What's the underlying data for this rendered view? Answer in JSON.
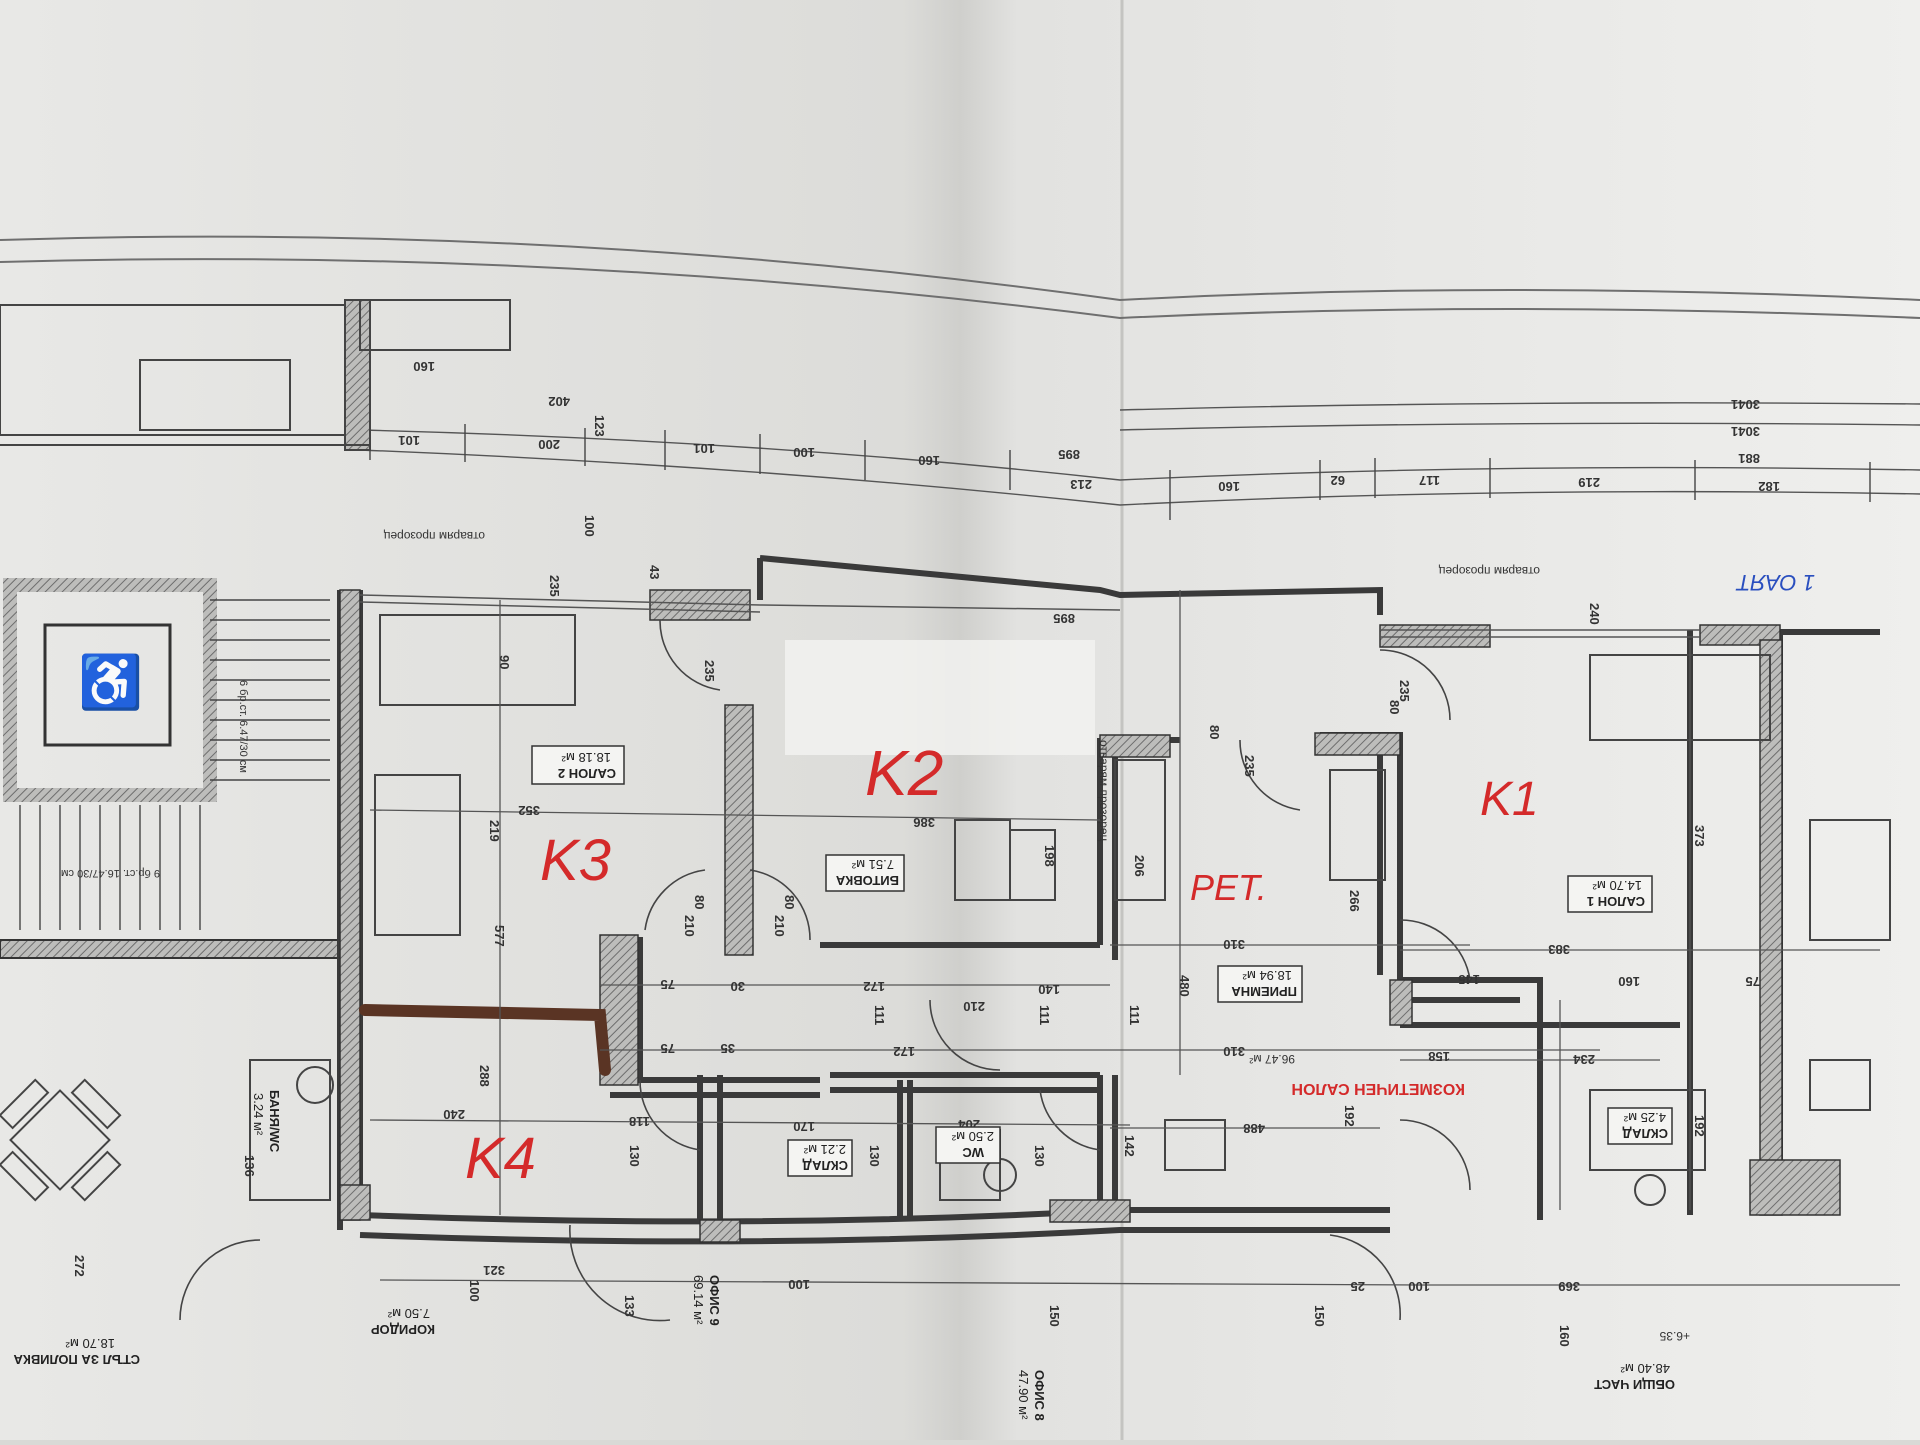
{
  "colors": {
    "paper": "#ececea",
    "paper_shade": "#d4d4d1",
    "ink": "#3a3a3a",
    "wall": "#4a4a4a",
    "hatch": "#8a8a8a",
    "marker_red": "#d42a2a",
    "marker_blue": "#2a4fbf"
  },
  "handwritten": {
    "k1": "K1",
    "k2": "K2",
    "k3": "K3",
    "k4": "K4",
    "reception": "PET.",
    "floor_label": "1 ОАЯТ"
  },
  "red_print": {
    "salon_caption": "КОЗМЕТИЧЕН САЛОН"
  },
  "rooms": [
    {
      "id": "salon1",
      "name": "САЛОН 1",
      "area": "14.70 м²"
    },
    {
      "id": "salon2",
      "name": "САЛОН 2",
      "area": "18.18 м²"
    },
    {
      "id": "bitovka",
      "name": "БИТОВКА",
      "area": "7.51 м²"
    },
    {
      "id": "priemna",
      "name": "ПРИЕМНА",
      "area": "18.94 м²"
    },
    {
      "id": "sklad1",
      "name": "СКЛАД",
      "area": "4.25 м²"
    },
    {
      "id": "sklad2",
      "name": "СКЛАД",
      "area": "2.21 м²"
    },
    {
      "id": "wc",
      "name": "WC",
      "area": "2.50 м²"
    },
    {
      "id": "banya",
      "name": "БАНЯ/WC",
      "area": "3.24 м²"
    },
    {
      "id": "koridor",
      "name": "КОРИДОР",
      "area": "7.50 м²"
    },
    {
      "id": "ofis9",
      "name": "ОФИС 9",
      "area": "69.14 м²"
    },
    {
      "id": "ofis8",
      "name": "ОФИС 8",
      "area": "47.90 м²"
    },
    {
      "id": "obshti",
      "name": "ОБЩИ ЧАСТ",
      "area": "48.40 м²"
    },
    {
      "id": "stairs",
      "name": "СТЪЛ ЗА ПОЛИВКА",
      "area": "18.70 м²"
    }
  ],
  "labels": {
    "total_area": "96.47 м²",
    "otvaryam_1": "отварям прозорец",
    "otvaryam_2": "отварям прозорец",
    "otvaryam_3": "отварям прозорец",
    "stair_flight_1": "6 бр.ст. 6.47/30 см",
    "stair_flight_2": "9 бр.ст. 16.47/30 см",
    "elevation": "+6.35"
  },
  "dims": {
    "top_chain": [
      "101",
      "200",
      "101",
      "100",
      "160",
      "895",
      "213",
      "160",
      "62",
      "117",
      "219",
      "182"
    ],
    "top_overall": [
      "3041",
      "3041",
      "881"
    ],
    "d160": "160",
    "d402": "402",
    "d123": "123",
    "d100": "100",
    "d235": "235",
    "d43": "43",
    "d895": "895",
    "d240": "240",
    "d90": "90",
    "d352": "352",
    "d219": "219",
    "d577": "577",
    "d386": "386",
    "d198": "198",
    "d206": "206",
    "d266": "266",
    "d373": "373",
    "d310": "310",
    "d383": "383",
    "d480": "480",
    "d75": "75",
    "d172": "172",
    "d140": "140",
    "d111": "111",
    "d145": "145",
    "d158": "158",
    "d234": "234",
    "d192": "192",
    "d488": "488",
    "d288": "288",
    "d170": "170",
    "d130": "130",
    "d142": "142",
    "d204": "204",
    "d118": "118",
    "d321": "321",
    "d369": "369",
    "d133": "133",
    "d136": "136",
    "d272": "272",
    "d150": "150",
    "d210": "210",
    "d80": "80",
    "d30": "30",
    "d35": "35",
    "d25": "25"
  }
}
